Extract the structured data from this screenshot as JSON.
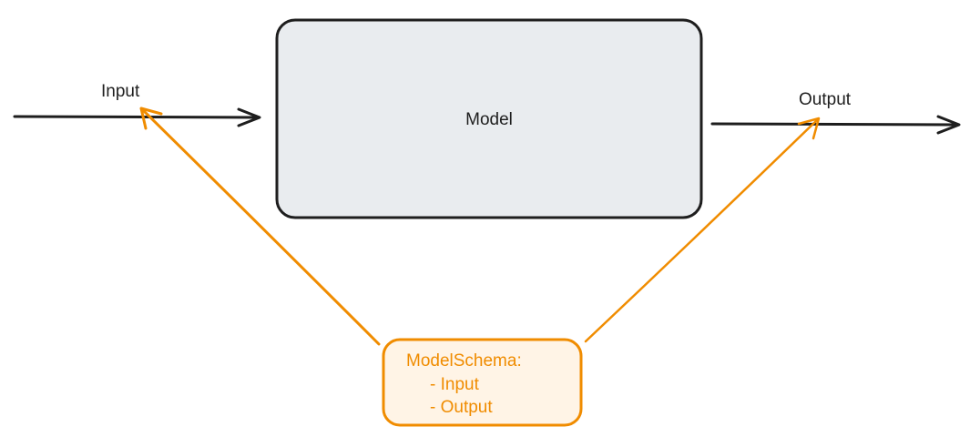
{
  "nodes": {
    "model": {
      "label": "Model"
    },
    "schema": {
      "title": "ModelSchema:",
      "items": [
        "- Input",
        "- Output"
      ]
    }
  },
  "edges": {
    "input": {
      "label": "Input"
    },
    "output": {
      "label": "Output"
    }
  },
  "colors": {
    "stroke": "#1e1e1e",
    "model_fill": "#e9ecef",
    "accent": "#f08c00",
    "schema_fill": "#fff4e6"
  }
}
